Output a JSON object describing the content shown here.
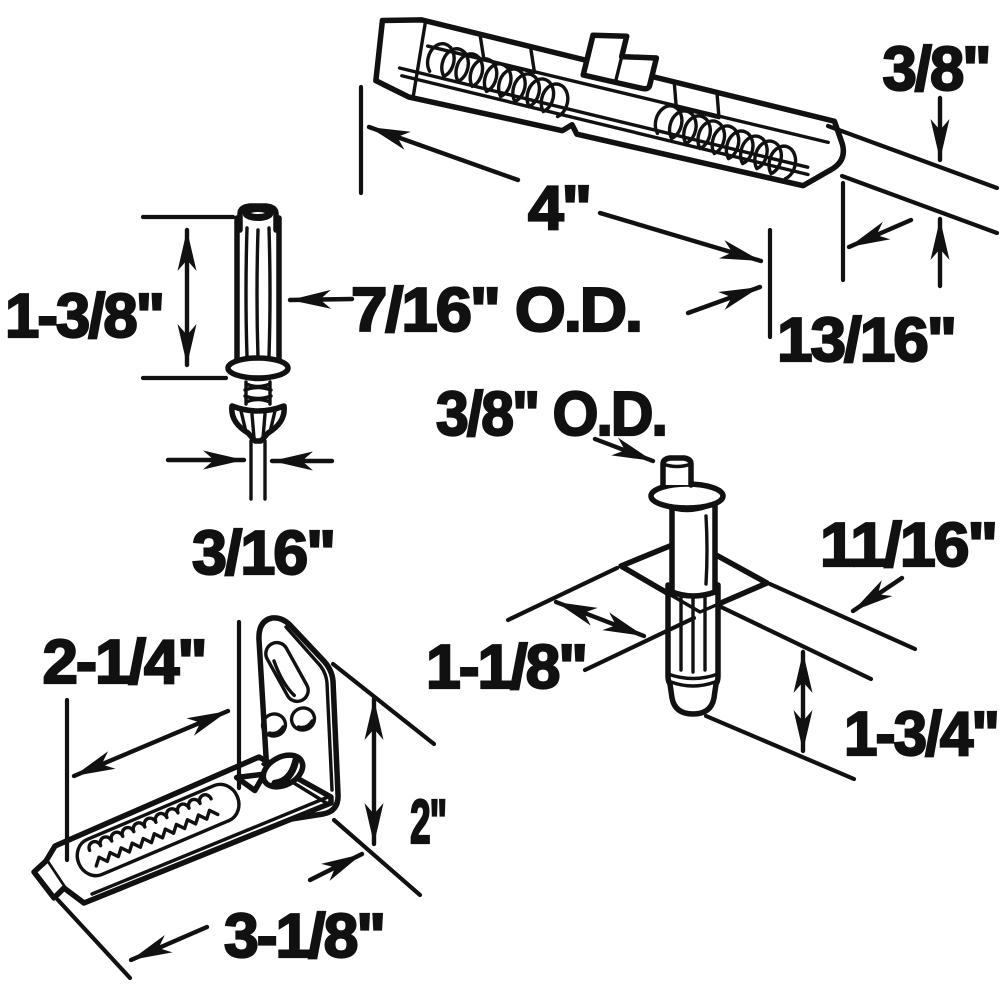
{
  "colors": {
    "ink": "#111111",
    "paper": "#ffffff"
  },
  "dims": {
    "track_height": "3/8\"",
    "track_length": "4\"",
    "track_end_offset": "13/16\"",
    "top_pivot_length": "1-3/8\"",
    "top_pivot_od": "7/16\" O.D.",
    "top_pivot_shaft_dia": "3/16\"",
    "bottom_pivot_od": "3/8\" O.D.",
    "bottom_pivot_offset": "11/16\"",
    "bottom_pivot_plate": "1-1/8\"",
    "bottom_pivot_length": "1-3/4\"",
    "bracket_slot_length": "2-1/4\"",
    "bracket_height": "2\"",
    "bracket_length": "3-1/8\""
  }
}
